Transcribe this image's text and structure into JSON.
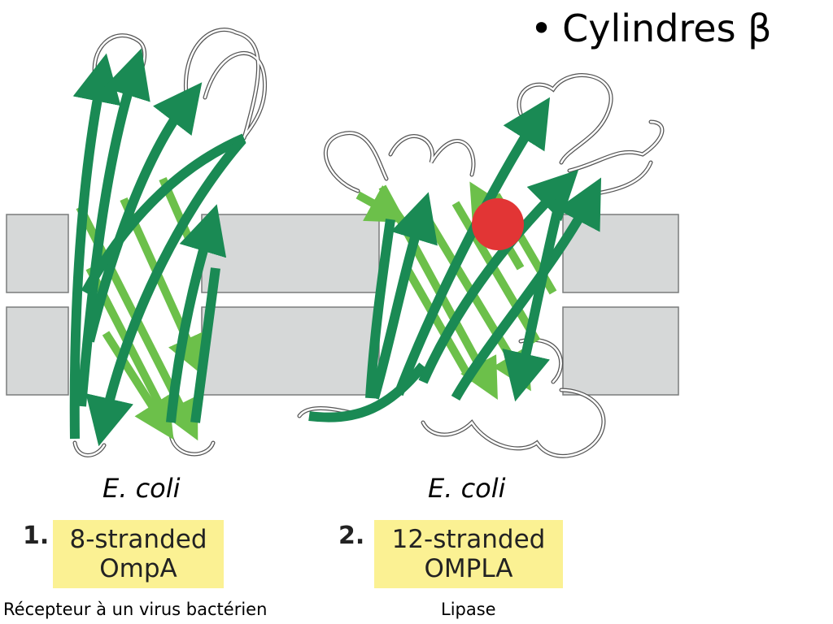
{
  "header": {
    "bullet": "•",
    "title": "Cylindres β"
  },
  "proteins": [
    {
      "organism": "E. coli",
      "number": "1.",
      "line1": "8-stranded",
      "line2": "OmpA",
      "caption": "Récepteur à un virus bactérien"
    },
    {
      "organism": "E. coli",
      "number": "2.",
      "line1": "12-stranded",
      "line2": "OMPLA",
      "caption": "Lipase"
    }
  ],
  "colors": {
    "membrane": "#d6d8d8",
    "strand_dark": "#1a8a54",
    "strand_light": "#6cc04a",
    "ligand": "#e23535",
    "label_bg": "#fbf193"
  },
  "icons": {
    "bullet": "bullet-icon"
  }
}
